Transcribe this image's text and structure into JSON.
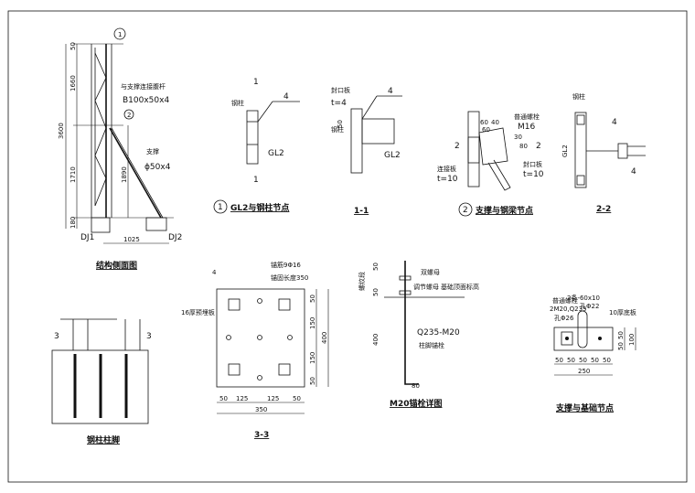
{
  "side_view": {
    "title": "结构侧面图",
    "dims": {
      "total": "3600",
      "upper": "1660",
      "lower": "1710",
      "bottom": "180",
      "top": "50",
      "brace_h": "1890",
      "offset": "1025"
    },
    "callout_1": "1",
    "callout_2": "2",
    "member_note": "与支撑连接腹杆",
    "member_size": "B100x50x4",
    "brace_note": "支撑",
    "brace_size": "ϕ50x4",
    "footing_1": "DJ1",
    "footing_2": "DJ2"
  },
  "detail_1": {
    "title": "GL2与钢柱节点",
    "number": "1",
    "section_mark": "1",
    "column": "钢柱",
    "beam": "GL2",
    "weld": "4"
  },
  "section_1_1": {
    "title": "1-1",
    "cap_plate": "封口板",
    "cap_t": "t=4",
    "dim": "50",
    "column": "钢柱",
    "beam": "GL2",
    "weld": "4"
  },
  "detail_2": {
    "title": "支撑与钢梁节点",
    "number": "2",
    "dim_a": "60",
    "dim_b": "40",
    "dim_c": "60",
    "dim_d": "30",
    "dim_e": "80",
    "bolt_note": "普通螺栓",
    "bolt": "M16",
    "section_mark": "2",
    "conn_plate": "连接板",
    "conn_t": "t=10",
    "cap_plate": "封口板",
    "cap_t": "t=10"
  },
  "section_2_2": {
    "title": "2-2",
    "column": "钢柱",
    "beam": "GL2",
    "weld_1": "4",
    "weld_2": "4"
  },
  "column_base": {
    "title": "钢柱柱脚",
    "section_mark": "3"
  },
  "section_3_3": {
    "title": "3-3",
    "weld": "4",
    "anchor": "锚筋9Φ16",
    "anchor_len": "锚固长度350",
    "plate": "16厚预埋板",
    "v_dims": [
      "50",
      "150",
      "150",
      "50"
    ],
    "v_total": "400",
    "h_dims": [
      "50",
      "125",
      "125",
      "50"
    ],
    "h_total": "350"
  },
  "anchor_bolt": {
    "title": "M20锚栓详图",
    "thread": "螺纹段",
    "dim_top": "50",
    "dim_mid": "50",
    "dim_len": "400",
    "dim_hook": "80",
    "double_nut": "双螺母",
    "adjust_nut": "调节螺母",
    "elevation": "基础顶面标高",
    "spec": "Q235-M20",
    "name": "柱脚锚栓"
  },
  "brace_base": {
    "title": "支撑与基础节点",
    "bolt_note": "普通螺栓",
    "bolt": "2M20,Q235",
    "hole_1": "孔Φ26",
    "plate_strip": "2条-60x10",
    "hole_2": "孔Φ22",
    "base_plate": "10厚底板",
    "h_dims": [
      "50",
      "50",
      "50",
      "50",
      "50"
    ],
    "h_total": "250",
    "v_dims": [
      "50",
      "50"
    ],
    "v_total": "100"
  }
}
